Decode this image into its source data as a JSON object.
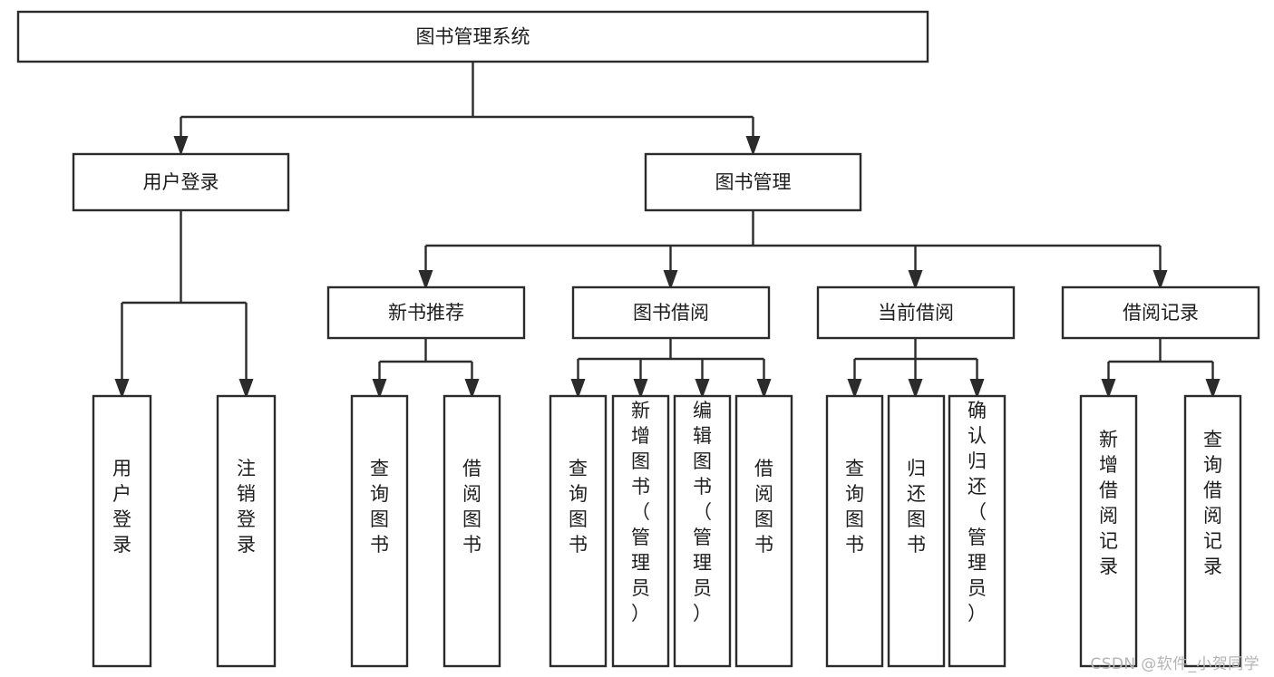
{
  "diagram": {
    "title": "图书管理系统",
    "type": "tree-hierarchy",
    "orientation": "top-down",
    "colors": {
      "stroke": "#2b2b2b",
      "fill": "#ffffff",
      "text": "#1d1d1d",
      "watermark": "#b4b4b4"
    },
    "root": {
      "label": "图书管理系统"
    },
    "level2": [
      {
        "label": "用户登录"
      },
      {
        "label": "图书管理"
      }
    ],
    "level3": [
      {
        "label": "新书推荐"
      },
      {
        "label": "图书借阅"
      },
      {
        "label": "当前借阅"
      },
      {
        "label": "借阅记录"
      }
    ],
    "leaves_user_login": [
      {
        "label": "用户登录"
      },
      {
        "label": "注销登录"
      }
    ],
    "leaves_new_book": [
      {
        "label": "查询图书"
      },
      {
        "label": "借阅图书"
      }
    ],
    "leaves_borrow": [
      {
        "label": "查询图书"
      },
      {
        "label": "新增图书（管理员）"
      },
      {
        "label": "编辑图书（管理员）"
      },
      {
        "label": "借阅图书"
      }
    ],
    "leaves_current": [
      {
        "label": "查询图书"
      },
      {
        "label": "归还图书"
      },
      {
        "label": "确认归还（管理员）"
      }
    ],
    "leaves_records": [
      {
        "label": "新增借阅记录"
      },
      {
        "label": "查询借阅记录"
      }
    ]
  },
  "watermark": {
    "text": "CSDN @软件_小贺同学"
  }
}
